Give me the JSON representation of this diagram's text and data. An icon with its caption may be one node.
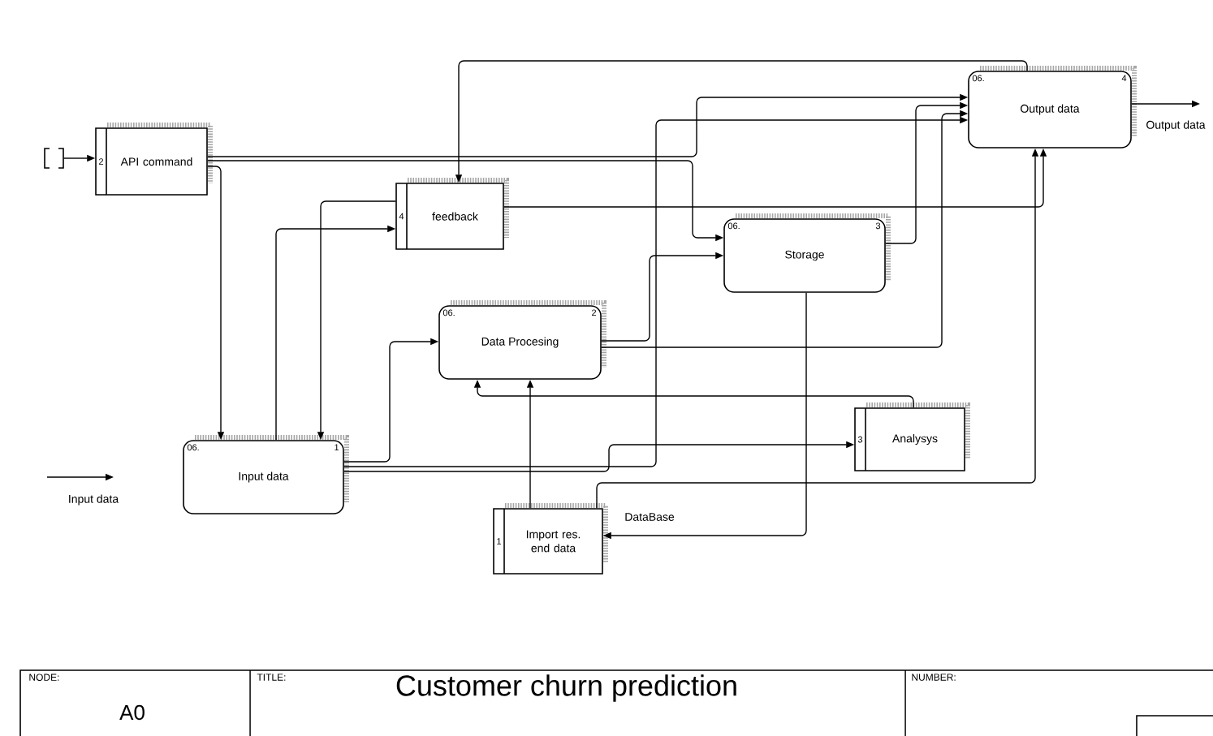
{
  "diagram": {
    "title": "Customer churn prediction",
    "nodes": [
      {
        "text": [
          "2",
          "API command"
        ]
      },
      {
        "text": [
          "4",
          "feedback"
        ]
      },
      {
        "text": [
          "06.",
          "Output data",
          "4"
        ]
      },
      {
        "text": [
          "06.",
          "Storage",
          "3"
        ]
      },
      {
        "text": [
          "06.",
          "Data Procesing",
          "2"
        ]
      },
      {
        "text": [
          "3",
          "Analysys"
        ]
      },
      {
        "text": [
          "06.",
          "Input data",
          "1"
        ]
      },
      {
        "text": [
          "1",
          "Import res. end data"
        ]
      },
      {
        "text": [],
        "shape": "box"
      }
    ],
    "edges": [
      {
        "from": 8,
        "to": 0,
        "arrow": "to"
      },
      {
        "from": 0,
        "to": 2,
        "arrow": "to"
      },
      {
        "from": 0,
        "to": 3,
        "arrow": "to"
      },
      {
        "from": 0,
        "to": 6,
        "arrow": "to"
      },
      {
        "from": 2,
        "to": 1,
        "arrow": "to"
      },
      {
        "from": 1,
        "to": 2,
        "arrow": "to"
      },
      {
        "from": 1,
        "to": 6,
        "arrow": "to"
      },
      {
        "from": 6,
        "to": 1,
        "arrow": "to"
      },
      {
        "from": 6,
        "to": 4,
        "arrow": "to"
      },
      {
        "from": 6,
        "to": 5,
        "arrow": "to"
      },
      {
        "from": 6,
        "to": 2,
        "arrow": "to"
      },
      {
        "from": 4,
        "to": 3,
        "arrow": "to"
      },
      {
        "from": 4,
        "to": 2,
        "arrow": "to"
      },
      {
        "from": 3,
        "to": 2,
        "arrow": "to"
      },
      {
        "from": 3,
        "to": 7,
        "arrow": "to",
        "label": "DataBase"
      },
      {
        "from": 7,
        "to": 4,
        "arrow": "to"
      },
      {
        "from": 7,
        "to": 2,
        "arrow": "to"
      },
      {
        "from": 5,
        "to": 4,
        "arrow": "to"
      },
      {
        "from": 2,
        "to": null,
        "arrow": "to",
        "label": "Output data"
      }
    ],
    "labels": [
      "Input data",
      "NODE:",
      "A0",
      "TITLE:",
      "NUMBER:"
    ]
  }
}
